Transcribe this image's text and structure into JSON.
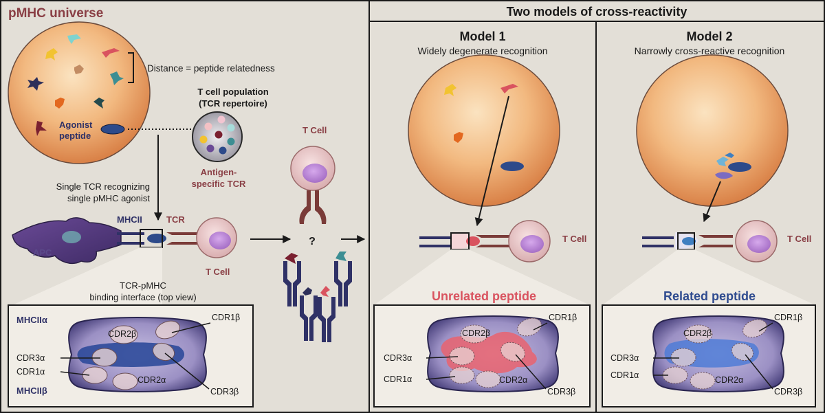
{
  "left": {
    "title": "pMHC universe",
    "distance_label": "Distance = peptide relatedness",
    "agonist_line1": "Agonist",
    "agonist_line2": "peptide",
    "tcell_pop_line1": "T cell population",
    "tcell_pop_line2": "(TCR repertoire)",
    "antigen_line1": "Antigen-",
    "antigen_line2": "specific TCR",
    "single_tcr_line1": "Single TCR recognizing",
    "single_tcr_line2": "single pMHC agonist",
    "mhcii": "MHCII",
    "tcr": "TCR",
    "apc": "APC",
    "tcell": "T Cell",
    "interface_line1": "TCR-pMHC",
    "interface_line2": "binding interface (top view)",
    "inset": {
      "mhc_alpha": "MHCIIα",
      "mhc_beta": "MHCIIβ",
      "cdr2b": "CDR2β",
      "cdr1b": "CDR1β",
      "cdr3a": "CDR3α",
      "cdr1a": "CDR1α",
      "cdr2a": "CDR2α",
      "cdr3b": "CDR3β"
    }
  },
  "middle": {
    "tcell": "T Cell",
    "question": "?"
  },
  "right": {
    "header": "Two models of cross-reactivity",
    "model1": {
      "title": "Model 1",
      "subtitle": "Widely degenerate recognition",
      "tcell": "T Cell",
      "peptide_label": "Unrelated peptide",
      "inset": {
        "cdr2b": "CDR2β",
        "cdr1b": "CDR1β",
        "cdr3a": "CDR3α",
        "cdr1a": "CDR1α",
        "cdr2a": "CDR2α",
        "cdr3b": "CDR3β"
      }
    },
    "model2": {
      "title": "Model 2",
      "subtitle": "Narrowly cross-reactive recognition",
      "tcell": "T Cell",
      "peptide_label": "Related peptide",
      "inset": {
        "cdr2b": "CDR2β",
        "cdr1b": "CDR1β",
        "cdr3a": "CDR3α",
        "cdr1a": "CDR1α",
        "cdr2a": "CDR2α",
        "cdr3b": "CDR3β"
      }
    }
  },
  "colors": {
    "background": "#e3dfd7",
    "border": "#1a1a1a",
    "title_red": "#8a3f45",
    "navy": "#2f3166",
    "unrelated_red": "#d9535f",
    "related_blue": "#2f4b8f",
    "agonist": "#2d4a8a",
    "cell_purple": "#b989d8",
    "cell_membrane": "#e7c7c7",
    "tcr_brown": "#7a3b38"
  }
}
